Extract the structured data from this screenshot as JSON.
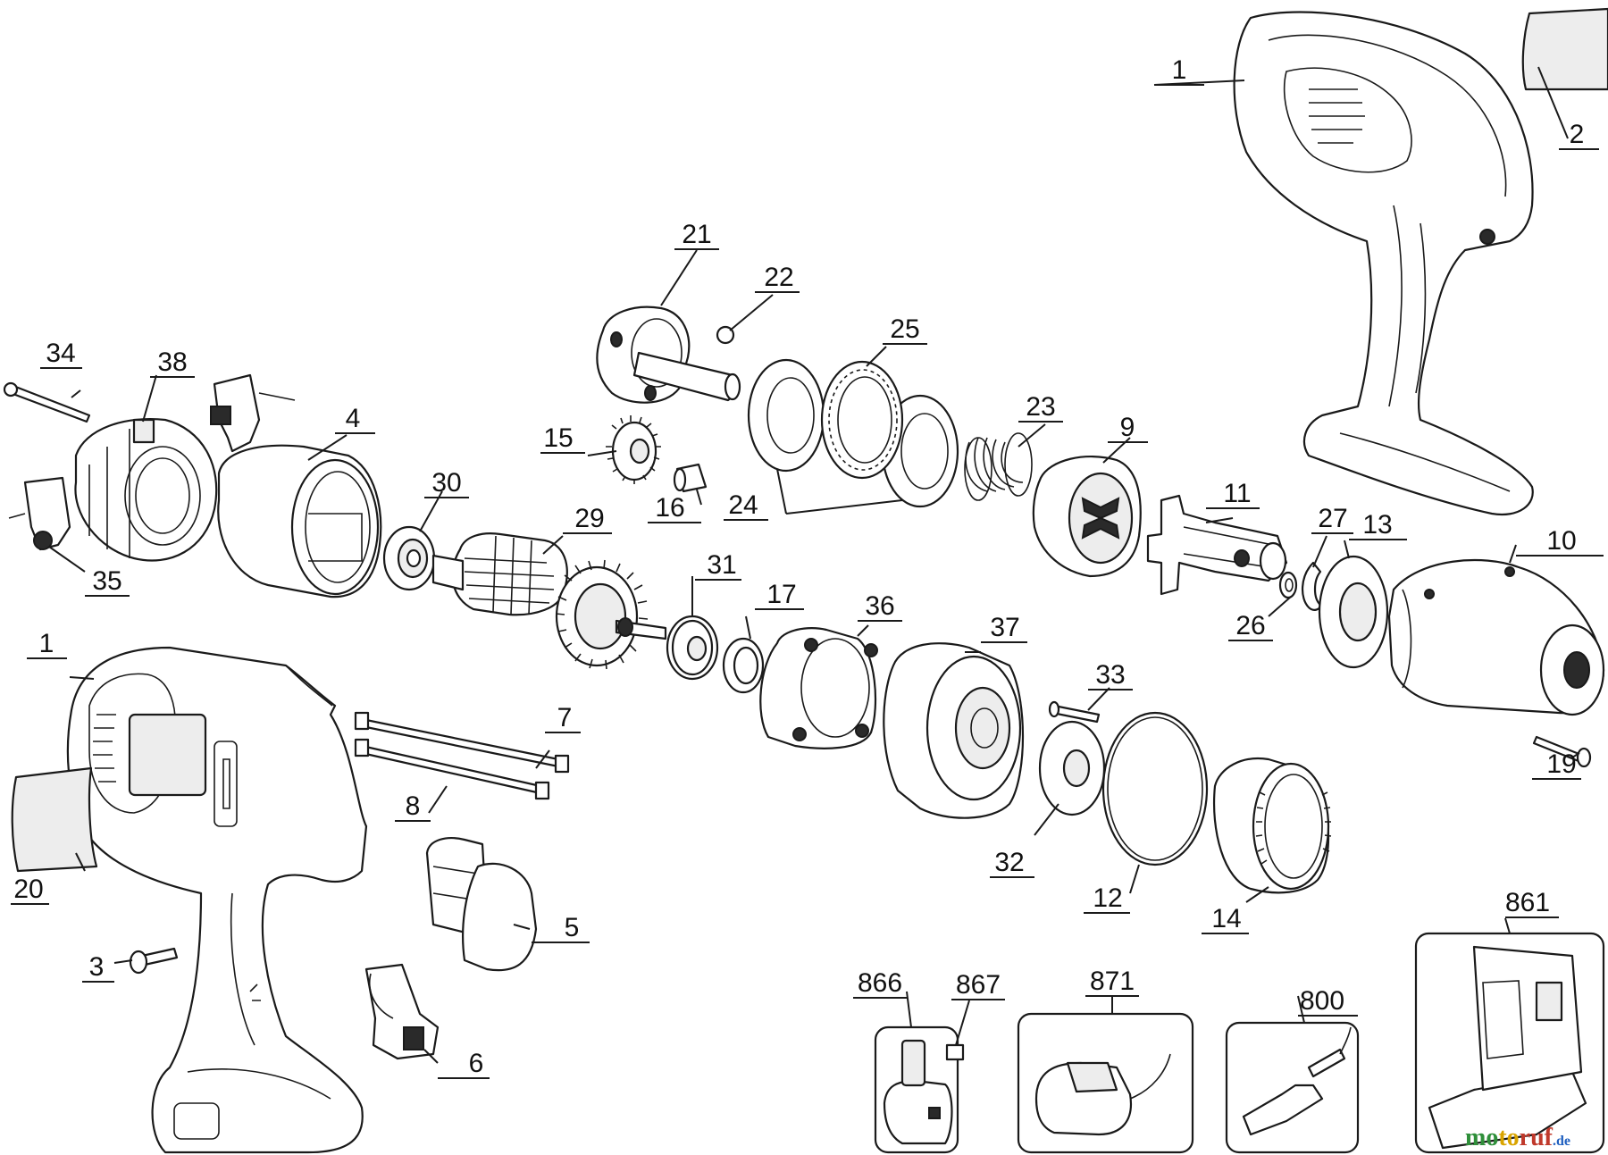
{
  "callouts": {
    "c1a": "1",
    "c1b": "1",
    "c2": "2",
    "c3": "3",
    "c4": "4",
    "c5": "5",
    "c6": "6",
    "c7": "7",
    "c8": "8",
    "c9": "9",
    "c10": "10",
    "c11": "11",
    "c12": "12",
    "c13": "13",
    "c14": "14",
    "c15": "15",
    "c16": "16",
    "c17": "17",
    "c19": "19",
    "c20": "20",
    "c21": "21",
    "c22": "22",
    "c23": "23",
    "c24": "24",
    "c25": "25",
    "c26": "26",
    "c27": "27",
    "c29": "29",
    "c30": "30",
    "c31": "31",
    "c32": "32",
    "c33": "33",
    "c34": "34",
    "c35": "35",
    "c36": "36",
    "c37": "37",
    "c38": "38",
    "c800": "800",
    "c861": "861",
    "c866": "866",
    "c867": "867",
    "c871": "871"
  },
  "watermark": {
    "text": "motoruf.de",
    "colors": [
      "#2f8f3a",
      "#d9a400",
      "#c0392b",
      "#1f5fbf"
    ]
  },
  "colors": {
    "line": "#1a1a1a",
    "fill": "#ededed",
    "background": "#ffffff"
  }
}
